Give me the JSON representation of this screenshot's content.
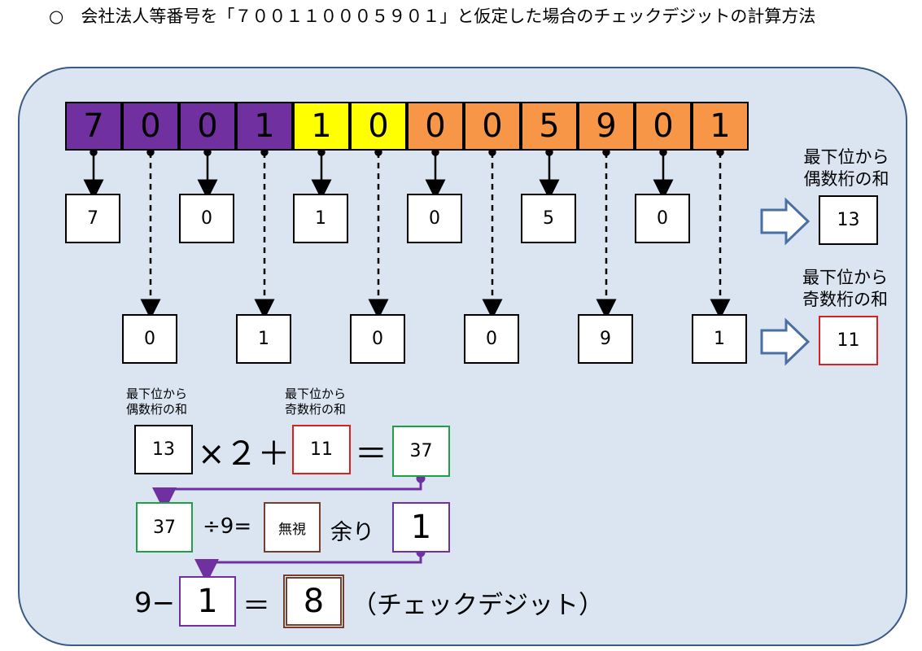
{
  "title": "○　会社法人等番号を「７００１１０００５９０１」と仮定した場合のチェックデジットの計算方法",
  "digits": [
    {
      "v": "7",
      "color": "#7030a0"
    },
    {
      "v": "0",
      "color": "#7030a0"
    },
    {
      "v": "0",
      "color": "#7030a0"
    },
    {
      "v": "1",
      "color": "#7030a0"
    },
    {
      "v": "1",
      "color": "#ffff00"
    },
    {
      "v": "0",
      "color": "#ffff00"
    },
    {
      "v": "0",
      "color": "#f79646"
    },
    {
      "v": "0",
      "color": "#f79646"
    },
    {
      "v": "5",
      "color": "#f79646"
    },
    {
      "v": "9",
      "color": "#f79646"
    },
    {
      "v": "0",
      "color": "#f79646"
    },
    {
      "v": "1",
      "color": "#f79646"
    }
  ],
  "even_values": [
    "7",
    "0",
    "1",
    "0",
    "5",
    "0"
  ],
  "odd_values": [
    "0",
    "1",
    "0",
    "0",
    "9",
    "1"
  ],
  "even_label_line1": "最下位から",
  "even_label_line2": "偶数桁の和",
  "even_sum": "13",
  "odd_label_line1": "最下位から",
  "odd_label_line2": "奇数桁の和",
  "odd_sum": "11",
  "formula": {
    "even_small_line1": "最下位から",
    "even_small_line2": "偶数桁の和",
    "odd_small_line1": "最下位から",
    "odd_small_line2": "奇数桁の和",
    "even": "13",
    "times_two": "×２＋",
    "odd": "11",
    "equals": "＝",
    "result": "37",
    "divisor_input": "37",
    "div_text": "÷9=",
    "ignore": "無視",
    "remainder_text": "余り",
    "remainder": "1",
    "nine_minus": "9−",
    "minus_input": "1",
    "equals2": "＝",
    "check_digit": "8",
    "check_label": "（チェックデジット）"
  },
  "colors": {
    "even_box": "#000000",
    "odd_box": "#e11d1d",
    "result_box": "#1fa047",
    "rem_box": "#7030a0",
    "ignore_box": "#7a3c2c",
    "connector": "#7030a0"
  }
}
